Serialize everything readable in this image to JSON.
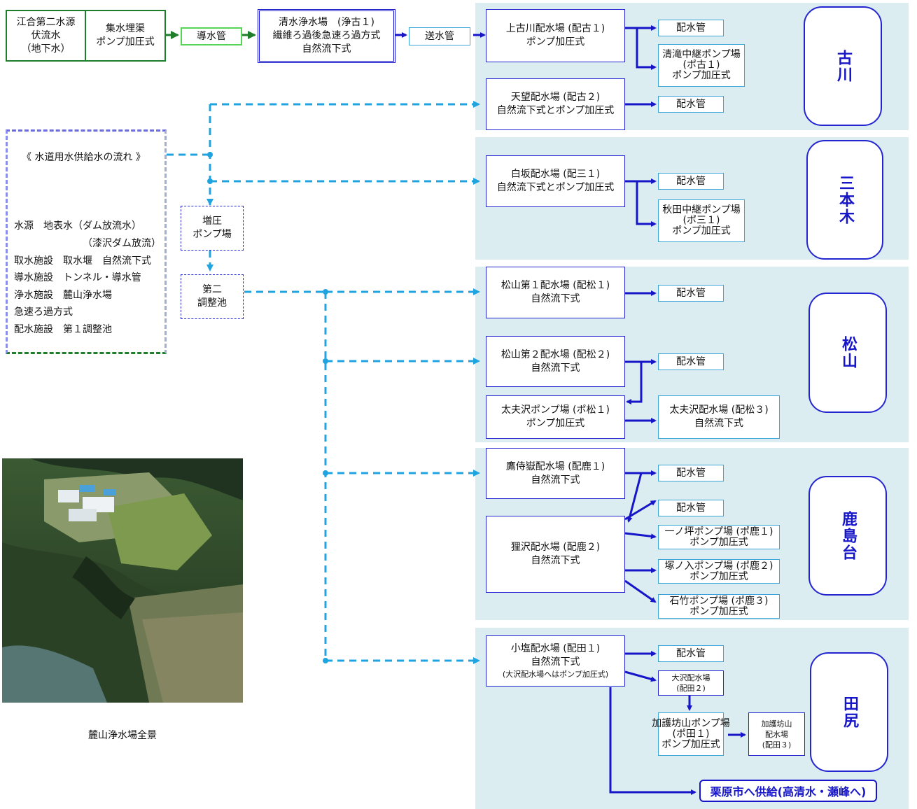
{
  "source": {
    "name_lines": [
      "江合第二水源",
      "伏流水",
      "（地下水）"
    ],
    "method_lines": [
      "集水埋渠",
      "ポンプ加圧式"
    ]
  },
  "pipes": {
    "intake": "導水管",
    "transmission": "送水管"
  },
  "plant": {
    "lines": [
      "清水浄水場　(浄古１)",
      "繊維ろ過後急速ろ過方式",
      "自然流下式"
    ]
  },
  "legend": {
    "title": "《 水道用水供給水の流れ 》",
    "lines": [
      "水源　地表水（ダム放流水）",
      "（漆沢ダム放流）",
      "取水施設　取水堰　自然流下式",
      "導水施設　トンネル・導水管",
      "浄水施設　麓山浄水場",
      "急速ろ過方式",
      "配水施設　第１調整池"
    ]
  },
  "booster": {
    "lines": [
      "増圧",
      "ポンプ場"
    ]
  },
  "reservoir2": {
    "lines": [
      "第二",
      "調整池"
    ]
  },
  "photo_caption": "麓山浄水場全景",
  "regions": {
    "furukawa": "古川",
    "sanbongi": "三本木",
    "matsuyama": "松山",
    "kashimadai": "鹿島台",
    "tajiri": "田尻"
  },
  "stations": {
    "kamifurukawa": [
      "上古川配水場 (配古１)",
      "ポンプ加圧式"
    ],
    "kiyotaki_pump": [
      "清滝中継ポンプ場",
      "(ポ古１)",
      "ポンプ加圧式"
    ],
    "tenbo": [
      "天望配水場 (配古２)",
      "自然流下式とポンプ加圧式"
    ],
    "shirasaka": [
      "白坂配水場 (配三１)",
      "自然流下式とポンプ加圧式"
    ],
    "akita_pump": [
      "秋田中継ポンプ場",
      "(ポ三１)",
      "ポンプ加圧式"
    ],
    "matsuyama1": [
      "松山第１配水場 (配松１)",
      "自然流下式"
    ],
    "matsuyama2": [
      "松山第２配水場 (配松２)",
      "自然流下式"
    ],
    "ofusawa_pump": [
      "太夫沢ポンプ場 (ポ松１)",
      "ポンプ加圧式"
    ],
    "ofusawa_res": [
      "太夫沢配水場 (配松３)",
      "自然流下式"
    ],
    "takamachi": [
      "鷹侍嶽配水場 (配鹿１)",
      "自然流下式"
    ],
    "tanukizawa": [
      "狸沢配水場 (配鹿２)",
      "自然流下式"
    ],
    "ichinotsubo_pump": [
      "一ノ坪ポンプ場 (ポ鹿１)",
      "ポンプ加圧式"
    ],
    "tsukanoiri_pump": [
      "塚ノ入ポンプ場 (ポ鹿２)",
      "ポンプ加圧式"
    ],
    "ishitake_pump": [
      "石竹ポンプ場 (ポ鹿３)",
      "ポンプ加圧式"
    ],
    "koshio": [
      "小塩配水場 (配田１)",
      "自然流下式",
      "(大沢配水場へはポンプ加圧式)"
    ],
    "osawa": [
      "大沢配水場",
      "(配田２)"
    ],
    "kagobozan_pump": [
      "加護坊山ポンプ場",
      "(ポ田１)",
      "ポンプ加圧式"
    ],
    "kagobozan_res": [
      "加護坊山",
      "配水場",
      "(配田３)"
    ]
  },
  "distribution_pipe": "配水管",
  "supply_note": "栗原市へ供給(高清水・瀬峰へ)",
  "colors": {
    "band": "#dcedf1",
    "box_border": "#2326d0",
    "arrow": "#1616c8",
    "green": "#1e7e2a",
    "dashed": "#20a4e0"
  }
}
